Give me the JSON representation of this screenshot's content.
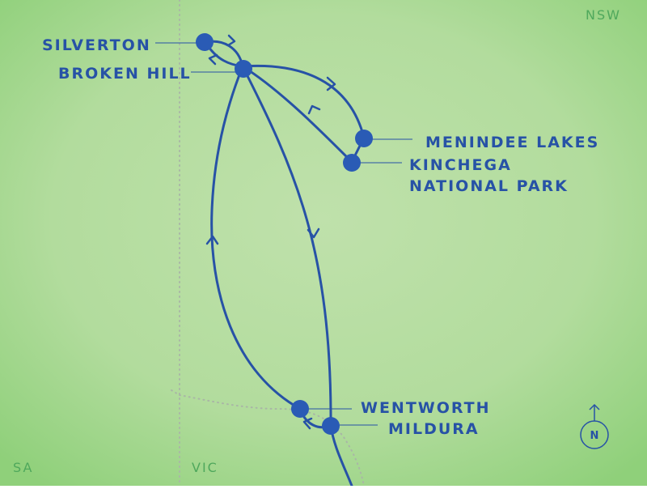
{
  "colors": {
    "background_center": "#b9dfa5",
    "background_edge": "#8fd07a",
    "route": "#2752a6",
    "stop_fill": "#2a5bb5",
    "border": "#a9b6a6",
    "state_label": "#4fa85c"
  },
  "states": {
    "nsw": "NSW",
    "sa": "SA",
    "vic": "VIC"
  },
  "places": {
    "silverton": "SILVERTON",
    "broken_hill": "BROKEN HILL",
    "menindee_lakes": "MENINDEE LAKES",
    "kinchega_line1": "KINCHEGA",
    "kinchega_line2": "NATIONAL PARK",
    "wentworth": "WENTWORTH",
    "mildura": "MILDURA"
  },
  "compass": {
    "label": "N",
    "icon": "north-arrow-icon"
  }
}
